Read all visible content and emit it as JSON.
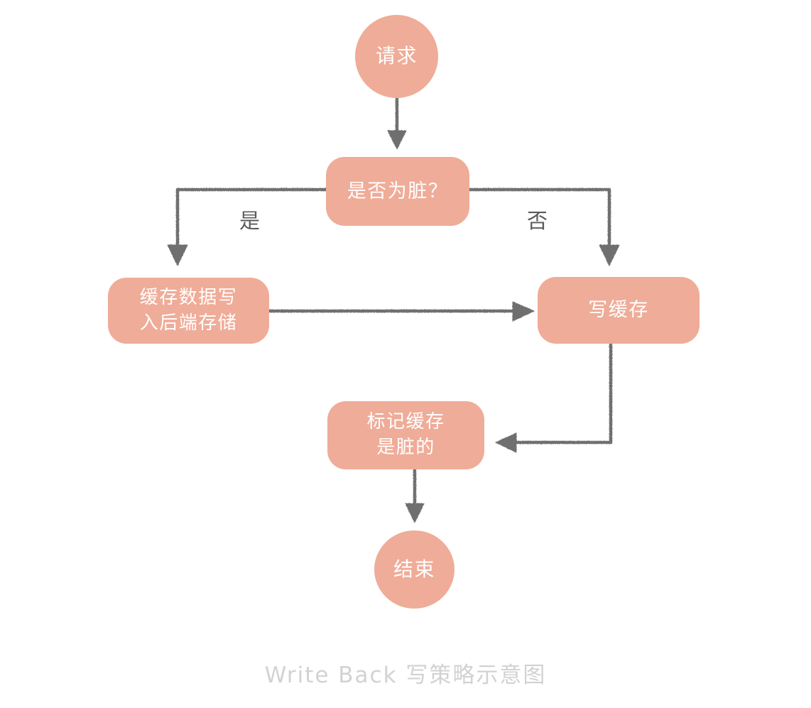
{
  "diagram": {
    "caption": "Write Back 写策略示意图",
    "background_color": "#FFFFFF",
    "node_fill_color": "#EFAC98",
    "node_text_color": "#FFFFFF",
    "edge_color": "#5B5B5B",
    "caption_color": "#D2D2D2",
    "nodes": [
      {
        "id": "start",
        "label": "请求",
        "shape": "circle"
      },
      {
        "id": "decision",
        "label": "是否为脏？",
        "shape": "rounded-rect"
      },
      {
        "id": "flush",
        "label": "缓存数据写\n入后端存储",
        "shape": "rounded-rect"
      },
      {
        "id": "write-cache",
        "label": "写缓存",
        "shape": "rounded-rect"
      },
      {
        "id": "mark-dirty",
        "label": "标记缓存\n是脏的",
        "shape": "rounded-rect"
      },
      {
        "id": "end",
        "label": "结束",
        "shape": "circle"
      }
    ],
    "edges": [
      {
        "id": "start-to-decision",
        "from": "start",
        "to": "decision",
        "label": ""
      },
      {
        "id": "decision-yes-to-flush",
        "from": "decision",
        "to": "flush",
        "label": "是"
      },
      {
        "id": "decision-no-to-write",
        "from": "decision",
        "to": "write-cache",
        "label": "否"
      },
      {
        "id": "flush-to-write",
        "from": "flush",
        "to": "write-cache",
        "label": ""
      },
      {
        "id": "write-to-mark-dirty",
        "from": "write-cache",
        "to": "mark-dirty",
        "label": ""
      },
      {
        "id": "mark-dirty-to-end",
        "from": "mark-dirty",
        "to": "end",
        "label": ""
      }
    ]
  }
}
